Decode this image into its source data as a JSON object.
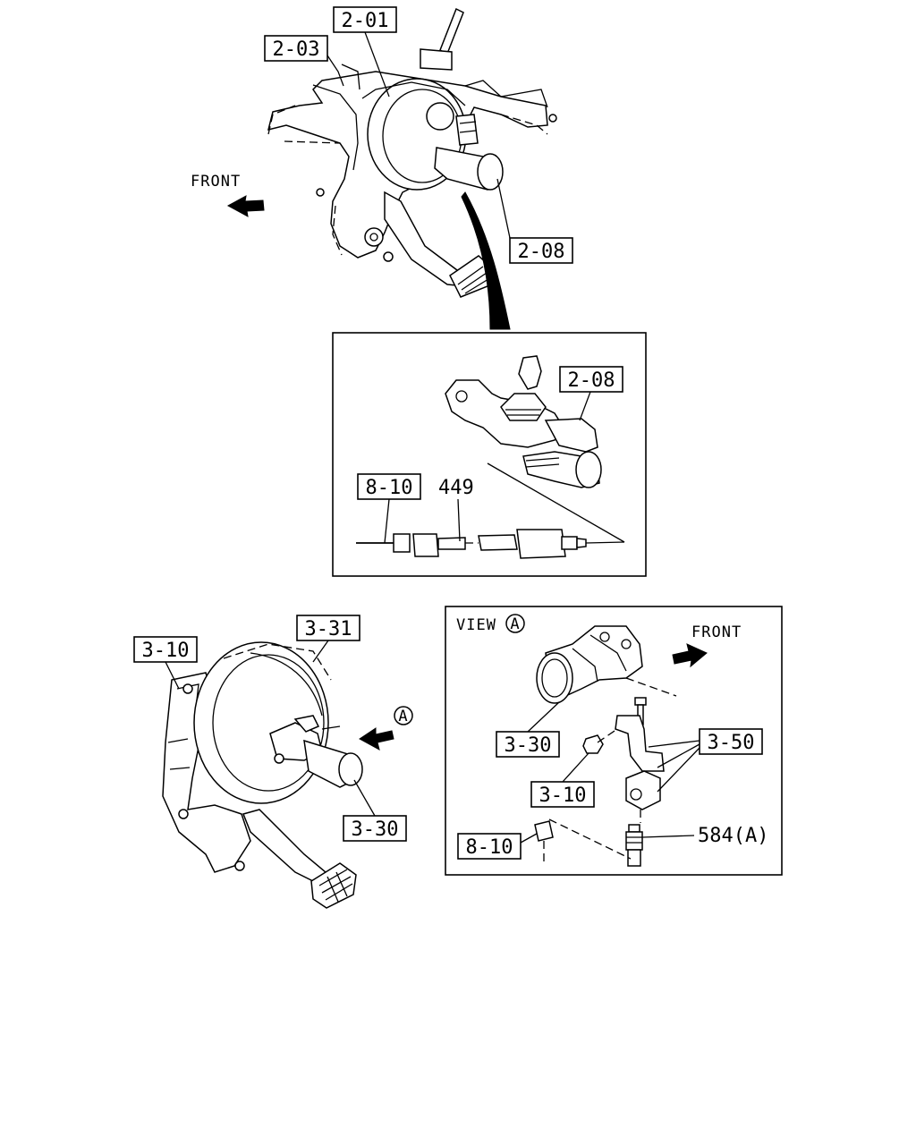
{
  "callouts": {
    "top_2_01": "2-01",
    "top_2_03": "2-03",
    "top_2_08": "2-08",
    "detail_2_08": "2-08",
    "detail_8_10": "8-10",
    "detail_449": "449",
    "left_3_31": "3-31",
    "left_3_10": "3-10",
    "left_3_30": "3-30",
    "view_3_30": "3-30",
    "view_3_50": "3-50",
    "view_3_10": "3-10",
    "view_8_10": "8-10",
    "view_584": "584(A)"
  },
  "front_top": "FRONT",
  "front_view": "FRONT",
  "view_title": "VIEW",
  "view_marker": "A",
  "arrow_marker": "A"
}
